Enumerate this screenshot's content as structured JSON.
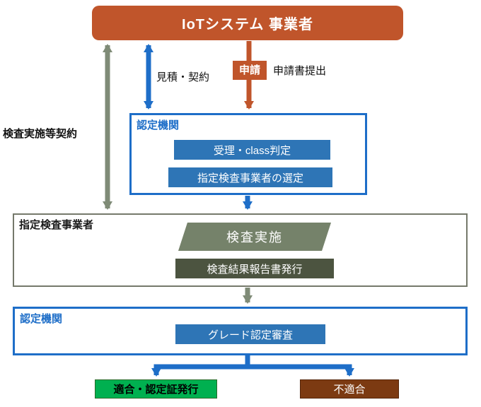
{
  "title_banner": {
    "label": "IoTシステム 事業者"
  },
  "labels": {
    "quote_contract": "見積・契約",
    "application_badge": "申請",
    "application_note": "申請書提出",
    "inspection_contract": "検査実施等契約"
  },
  "cert_box_1": {
    "title": "認定機関",
    "steps": [
      "受理・class判定",
      "指定検査事業者の選定"
    ]
  },
  "inspection_box": {
    "title": "指定検査事業者",
    "action": "検査実施",
    "report": "検査結果報告書発行"
  },
  "cert_box_2": {
    "title": "認定機関",
    "step": "グレード認定審査"
  },
  "outcomes": {
    "pass": "適合・認定証発行",
    "fail": "不適合"
  },
  "colors": {
    "banner_orange": "#c0552b",
    "arrow_blue": "#1e6ec8",
    "bar_blue": "#2e75b6",
    "arrow_olive": "#7f8b77",
    "parallelogram_olive": "#75826a",
    "dark_olive": "#4c5440",
    "pass_green": "#00b050",
    "fail_brown": "#7c3a12"
  }
}
